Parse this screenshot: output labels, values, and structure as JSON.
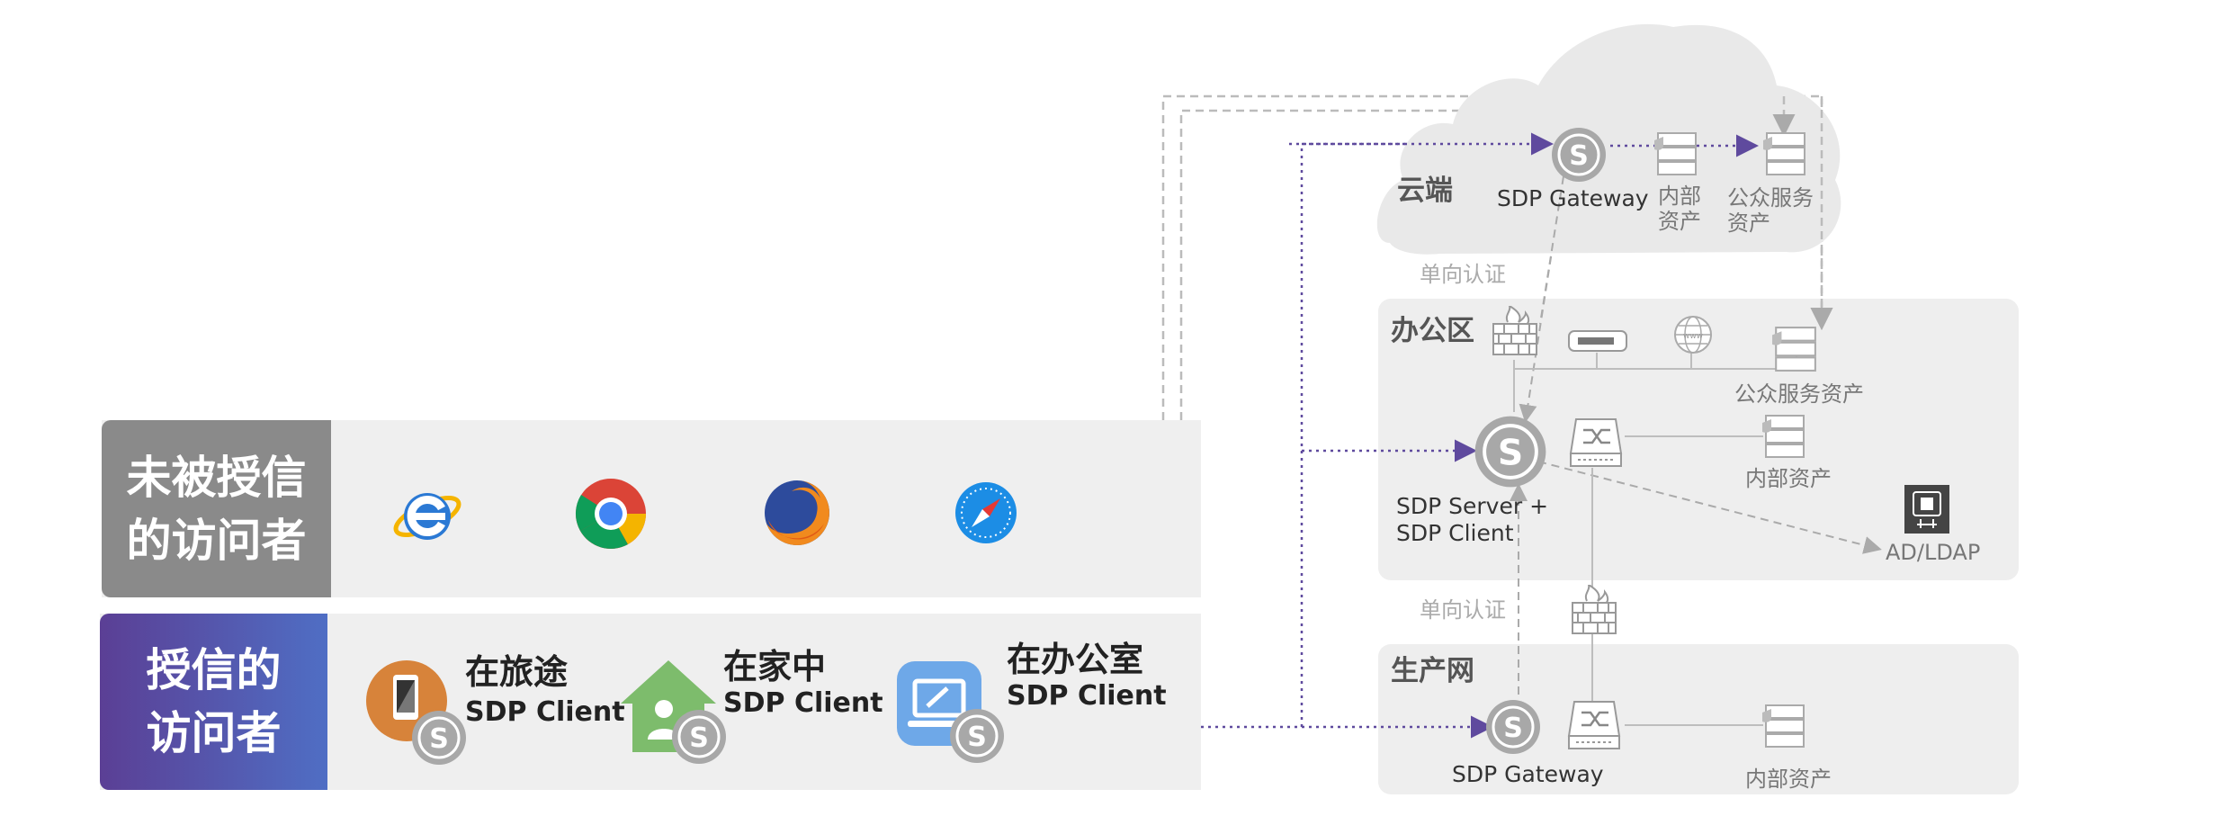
{
  "left_panels": {
    "untrusted": {
      "title": "未被授信\n的访问者"
    },
    "trusted": {
      "title": "授信的\n访问者",
      "clients": [
        {
          "place": "在旅途",
          "name": "SDP Client"
        },
        {
          "place": "在家中",
          "name": "SDP Client"
        },
        {
          "place": "在办公室",
          "name": "SDP Client"
        }
      ]
    }
  },
  "zones": {
    "cloud": {
      "title": "云端",
      "gateway": "SDP Gateway",
      "internal": "内部\n资产",
      "public": "公众服务\n资产"
    },
    "office": {
      "title": "办公区",
      "public": "公众服务资产",
      "internal": "内部资产",
      "server": "SDP Server +\nSDP Client",
      "ldap": "AD/LDAP"
    },
    "production": {
      "title": "生产网",
      "gateway": "SDP Gateway",
      "internal": "内部资产"
    }
  },
  "auth_labels": {
    "top": "单向认证",
    "bottom": "单向认证"
  },
  "icons": {
    "browsers": [
      "ie-icon",
      "chrome-icon",
      "firefox-icon",
      "safari-icon"
    ],
    "client_devices": [
      "mobile-icon",
      "home-icon",
      "computer-icon"
    ],
    "sdp": "sdp-s-icon",
    "firewall": "firewall-icon",
    "router": "router-icon",
    "globe": "www-globe-icon",
    "switch": "switch-icon",
    "server": "server-stack-icon",
    "ldap": "ldap-icon"
  },
  "colors": {
    "trusted_gradient_start": "#5b3f95",
    "trusted_gradient_end": "#4f6ec4",
    "untrusted_header": "#8a8a8a",
    "purple_link": "#5f4a9e",
    "gray_link": "#aaaaaa"
  }
}
